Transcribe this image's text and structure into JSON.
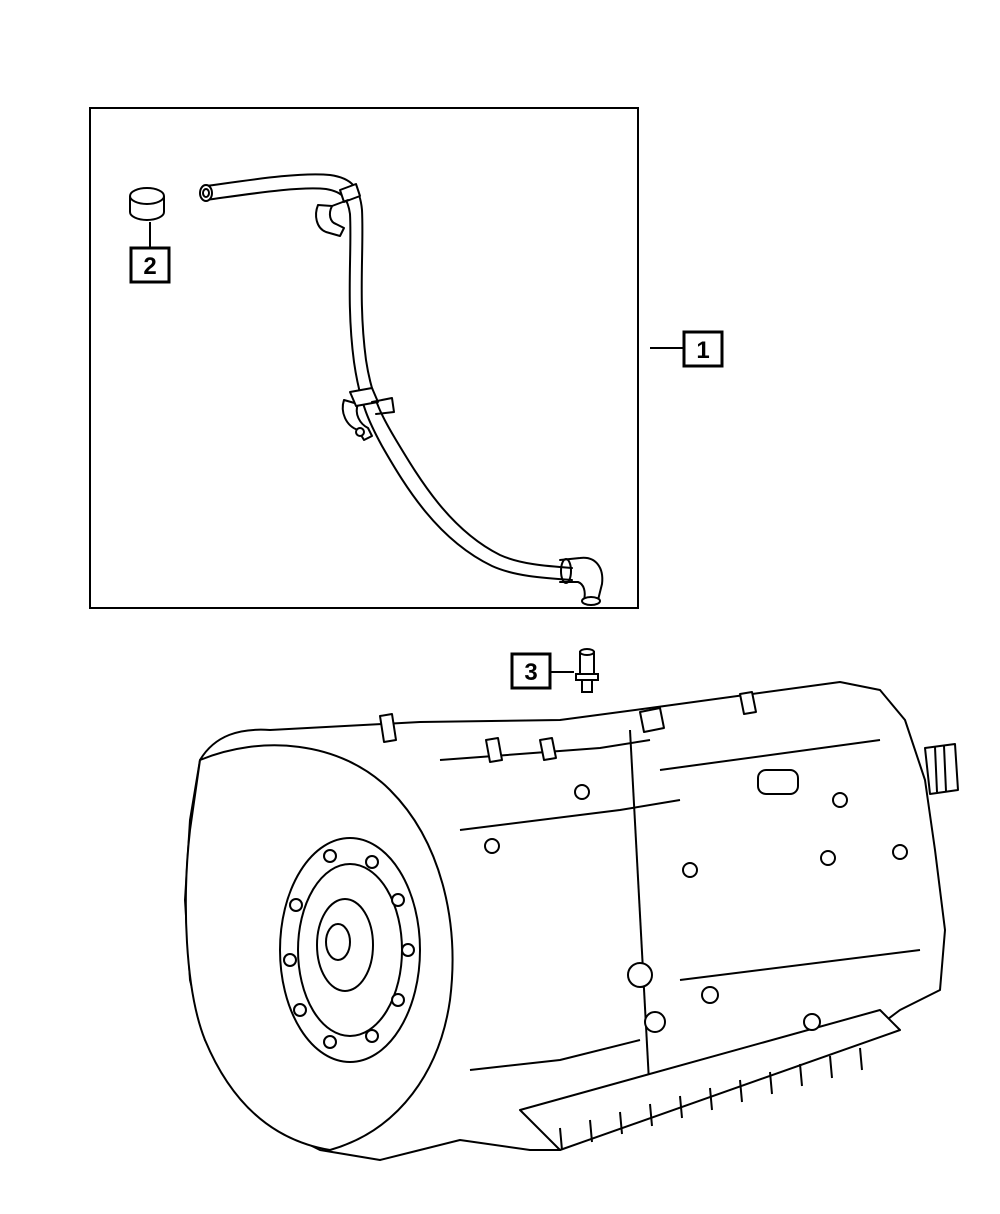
{
  "diagram": {
    "callouts": [
      {
        "id": "callout-1",
        "label": "1",
        "target": "vent-hose-assembly"
      },
      {
        "id": "callout-2",
        "label": "2",
        "target": "cap"
      },
      {
        "id": "callout-3",
        "label": "3",
        "target": "vent"
      }
    ],
    "parts": [
      "vent-hose-assembly",
      "cap",
      "vent",
      "transmission"
    ],
    "colors": {
      "line": "#000000",
      "background": "#ffffff"
    }
  }
}
